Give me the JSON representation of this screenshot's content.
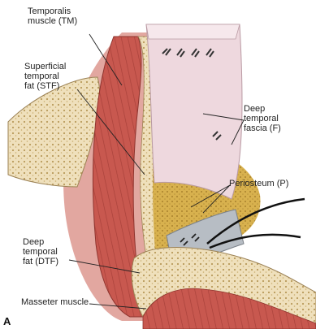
{
  "labels": {
    "temporalis": [
      "Temporalis",
      "muscle (TM)"
    ],
    "superficial_fat": [
      "Superficial",
      "temporal",
      "fat (STF)"
    ],
    "deep_fascia": [
      "Deep",
      "temporal",
      "fascia (F)"
    ],
    "periosteum": [
      "Periosteum (P)"
    ],
    "deep_fat": [
      "Deep",
      "temporal",
      "fat (DTF)"
    ],
    "masseter": [
      "Masseter muscle"
    ]
  },
  "panel_letter": "A",
  "colors": {
    "muscle": "#c8584f",
    "muscle_dark": "#9e3b35",
    "fat": "#d8b14e",
    "bone": "#efe0bc",
    "fascia": "#eed8de",
    "skin": "#e2a7a0"
  }
}
